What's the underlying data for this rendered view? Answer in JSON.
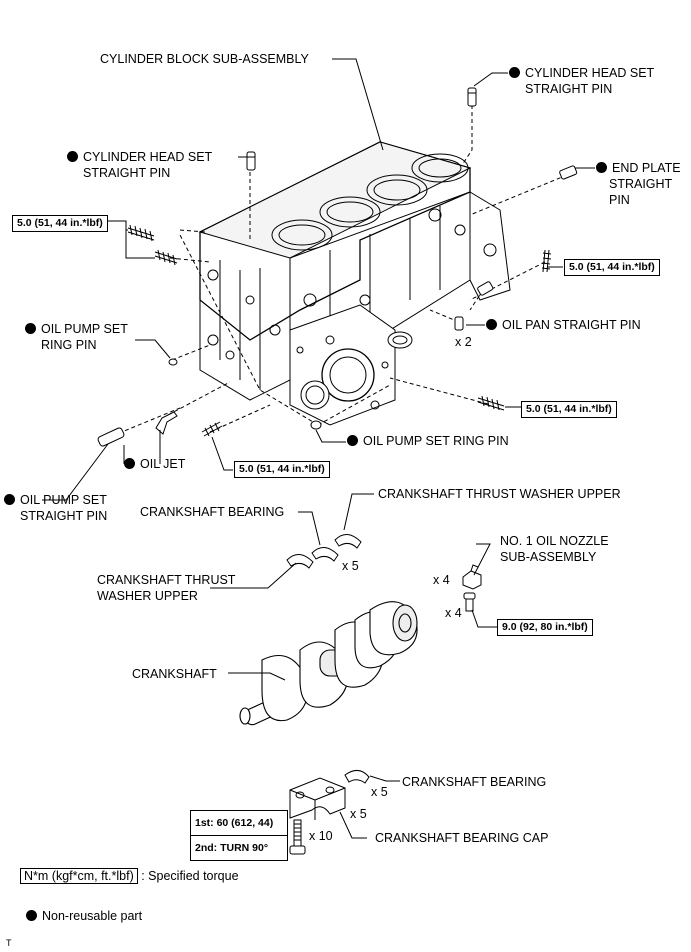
{
  "parts": {
    "cylinder_block": "CYLINDER BLOCK SUB-ASSEMBLY",
    "head_pin_top": [
      "CYLINDER HEAD SET",
      "STRAIGHT PIN"
    ],
    "head_pin_left": [
      "CYLINDER HEAD SET",
      "STRAIGHT PIN"
    ],
    "end_plate_pin": [
      "END PLATE",
      "STRAIGHT",
      "PIN"
    ],
    "oil_pan_pin": "OIL PAN STRAIGHT PIN",
    "oil_pan_pin_qty": "x 2",
    "oil_pump_ring_pin_left": [
      "OIL PUMP SET",
      "RING PIN"
    ],
    "oil_pump_ring_pin": "OIL PUMP SET RING PIN",
    "oil_jet": "OIL JET",
    "oil_pump_straight_pin": [
      "OIL PUMP SET",
      "STRAIGHT PIN"
    ],
    "thrust_washer_upper_right": "CRANKSHAFT THRUST WASHER UPPER",
    "bearing_upper": "CRANKSHAFT BEARING",
    "bearing_upper_qty": "x 5",
    "thrust_washer_upper_left": [
      "CRANKSHAFT THRUST",
      "WASHER UPPER"
    ],
    "oil_nozzle": [
      "NO. 1 OIL NOZZLE",
      "SUB-ASSEMBLY"
    ],
    "oil_nozzle_qty": "x 4",
    "oil_nozzle_bolt_qty": "x 4",
    "crankshaft": "CRANKSHAFT",
    "bearing_lower": "CRANKSHAFT BEARING",
    "bearing_lower_qty": "x 5",
    "bearing_cap": "CRANKSHAFT BEARING CAP",
    "bearing_cap_qty": "x 5",
    "cap_bolt_qty": "x 10"
  },
  "torques": {
    "stud_left": "5.0 (51, 44 in.*lbf)",
    "stud_right": "5.0 (51, 44 in.*lbf)",
    "stud_front_right": "5.0 (51, 44 in.*lbf)",
    "stud_front": "5.0 (51, 44 in.*lbf)",
    "nozzle_bolt": "9.0 (92, 80 in.*lbf)",
    "cap_bolt_1st": "1st: 60 (612, 44)",
    "cap_bolt_2nd": "2nd: TURN 90°"
  },
  "legend": {
    "torque_unit": "N*m (kgf*cm, ft.*lbf)",
    "torque_desc": ": Specified torque",
    "non_reusable": "Non-reusable part"
  },
  "corner_mark": "T"
}
